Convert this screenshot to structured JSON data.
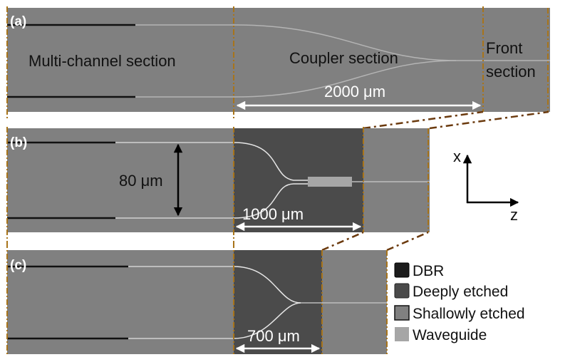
{
  "panels": {
    "a": {
      "tag": "(a)",
      "sections": [
        "Multi-channel section",
        "Coupler section",
        "Front",
        "section"
      ],
      "dimension": "2000 μm"
    },
    "b": {
      "tag": "(b)",
      "spacing": "80 μm",
      "dimension": "1000 μm"
    },
    "c": {
      "tag": "(c)",
      "dimension": "700 μm"
    }
  },
  "axes": {
    "x": "x",
    "z": "z"
  },
  "legend": [
    {
      "label": "DBR",
      "color": "#1c1c1c"
    },
    {
      "label": "Deeply etched",
      "color": "#4a4a4a"
    },
    {
      "label": "Shallowly etched",
      "color": "#808080"
    },
    {
      "label": "Waveguide",
      "color": "#a6a6a6"
    }
  ],
  "colors": {
    "shallow": "#808080",
    "deep": "#4b4b4b",
    "waveguide": "#c4c4c4",
    "dbr": "#111111",
    "boundary": "#a8741a",
    "connector": "#6b3a0e"
  }
}
